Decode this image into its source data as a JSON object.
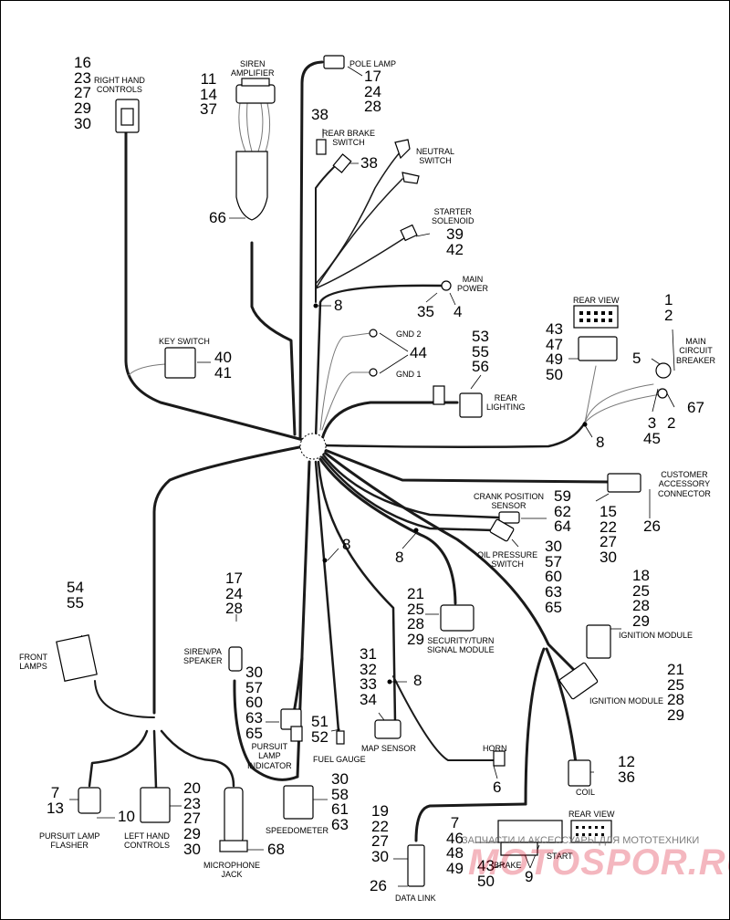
{
  "labels": {
    "right_hand_controls": "RIGHT HAND\nCONTROLS",
    "siren_amplifier": "SIREN\nAMPLIFIER",
    "pole_lamp": "POLE LAMP",
    "rear_brake_switch": "REAR BRAKE\nSWITCH",
    "neutral_switch": "NEUTRAL\nSWITCH",
    "starter_solenoid": "STARTER\nSOLENOID",
    "main_power": "MAIN\nPOWER",
    "rear_view_top": "REAR VIEW",
    "main_circuit_breaker": "MAIN\nCIRCUIT\nBREAKER",
    "key_switch": "KEY SWITCH",
    "gnd2": "GND 2",
    "gnd1": "GND 1",
    "rear_lighting": "REAR\nLIGHTING",
    "customer_accessory_connector": "CUSTOMER\nACCESSORY\nCONNECTOR",
    "crank_position_sensor": "CRANK POSITION\nSENSOR",
    "oil_pressure_switch": "OIL PRESSURE\nSWITCH",
    "security_turn_signal_module": "SECURITY/TURN\nSIGNAL MODULE",
    "ignition_module_1": "IGNITION MODULE",
    "ignition_module_2": "IGNITION MODULE",
    "front_lamps": "FRONT\nLAMPS",
    "siren_pa_speaker": "SIREN/PA\nSPEAKER",
    "pursuit_lamp_indicator": "PURSUIT\nLAMP\nINDICATOR",
    "fuel_gauge": "FUEL GAUGE",
    "map_sensor": "MAP SENSOR",
    "horn": "HORN",
    "coil": "COIL",
    "pursuit_lamp_flasher": "PURSUIT LAMP\nFLASHER",
    "left_hand_controls": "LEFT HAND\nCONTROLS",
    "microphone_jack": "MICROPHONE\nJACK",
    "speedometer": "SPEEDOMETER",
    "rear_view_bottom": "REAR VIEW",
    "brake": "BRAKE",
    "start": "START",
    "data_link": "DATA LINK"
  },
  "callouts": {
    "rhc": "16\n23\n27\n29\n30",
    "siren_amp": "11\n14\n37",
    "pole_lamp": "17\n24\n28",
    "c38a": "38",
    "c38b": "38",
    "c66": "66",
    "starter": "39\n42",
    "c8a": "8",
    "c35": "35",
    "c4": "4",
    "rear_lighting": "53\n55\n56",
    "gnd": "44",
    "mcb_left": "43\n47\n49\n50",
    "mcb_top": "1\n2",
    "c5": "5",
    "mcb_bottom": "3\n45",
    "c2b": "2",
    "c67": "67",
    "key_switch": "40\n41",
    "c8b": "8",
    "cust_left": "15\n22\n27\n30",
    "c26a": "26",
    "crank": "59\n62\n64",
    "oil": "30\n57\n60\n63\n65",
    "c8c": "8",
    "c8d": "8",
    "security": "21\n25\n28\n29",
    "ign1": "18\n25\n28\n29",
    "ign2": "21\n25\n28\n29",
    "front_lamps": "54\n55",
    "siren_pa": "17\n24\n28",
    "pursuit_ind": "30\n57\n60\n63\n65",
    "fuel": "51\n52",
    "map": "31\n32\n33\n34",
    "c8e": "8",
    "c6": "6",
    "coil": "12\n36",
    "flasher_left": "7\n13",
    "c10": "10",
    "lhc": "20\n23\n27\n29\n30",
    "speedo": "30\n58\n61\n63",
    "c68": "68",
    "data_link": "19\n22\n27\n30",
    "c26b": "26",
    "lower_left": "7\n46\n48\n49",
    "lower_right": "43\n50",
    "c9": "9"
  },
  "watermark": {
    "text": "ЗАПЧАСТИ И АКСЕССУАРЫ ДЛЯ МОТОТЕХНИКИ",
    "logo": "MOTOSPOR.RU"
  },
  "colors": {
    "line": "#000000",
    "wire": "#1a1a1a",
    "thin": "#777777",
    "watermark_red": "#d8001e",
    "watermark_gray": "#666666"
  }
}
